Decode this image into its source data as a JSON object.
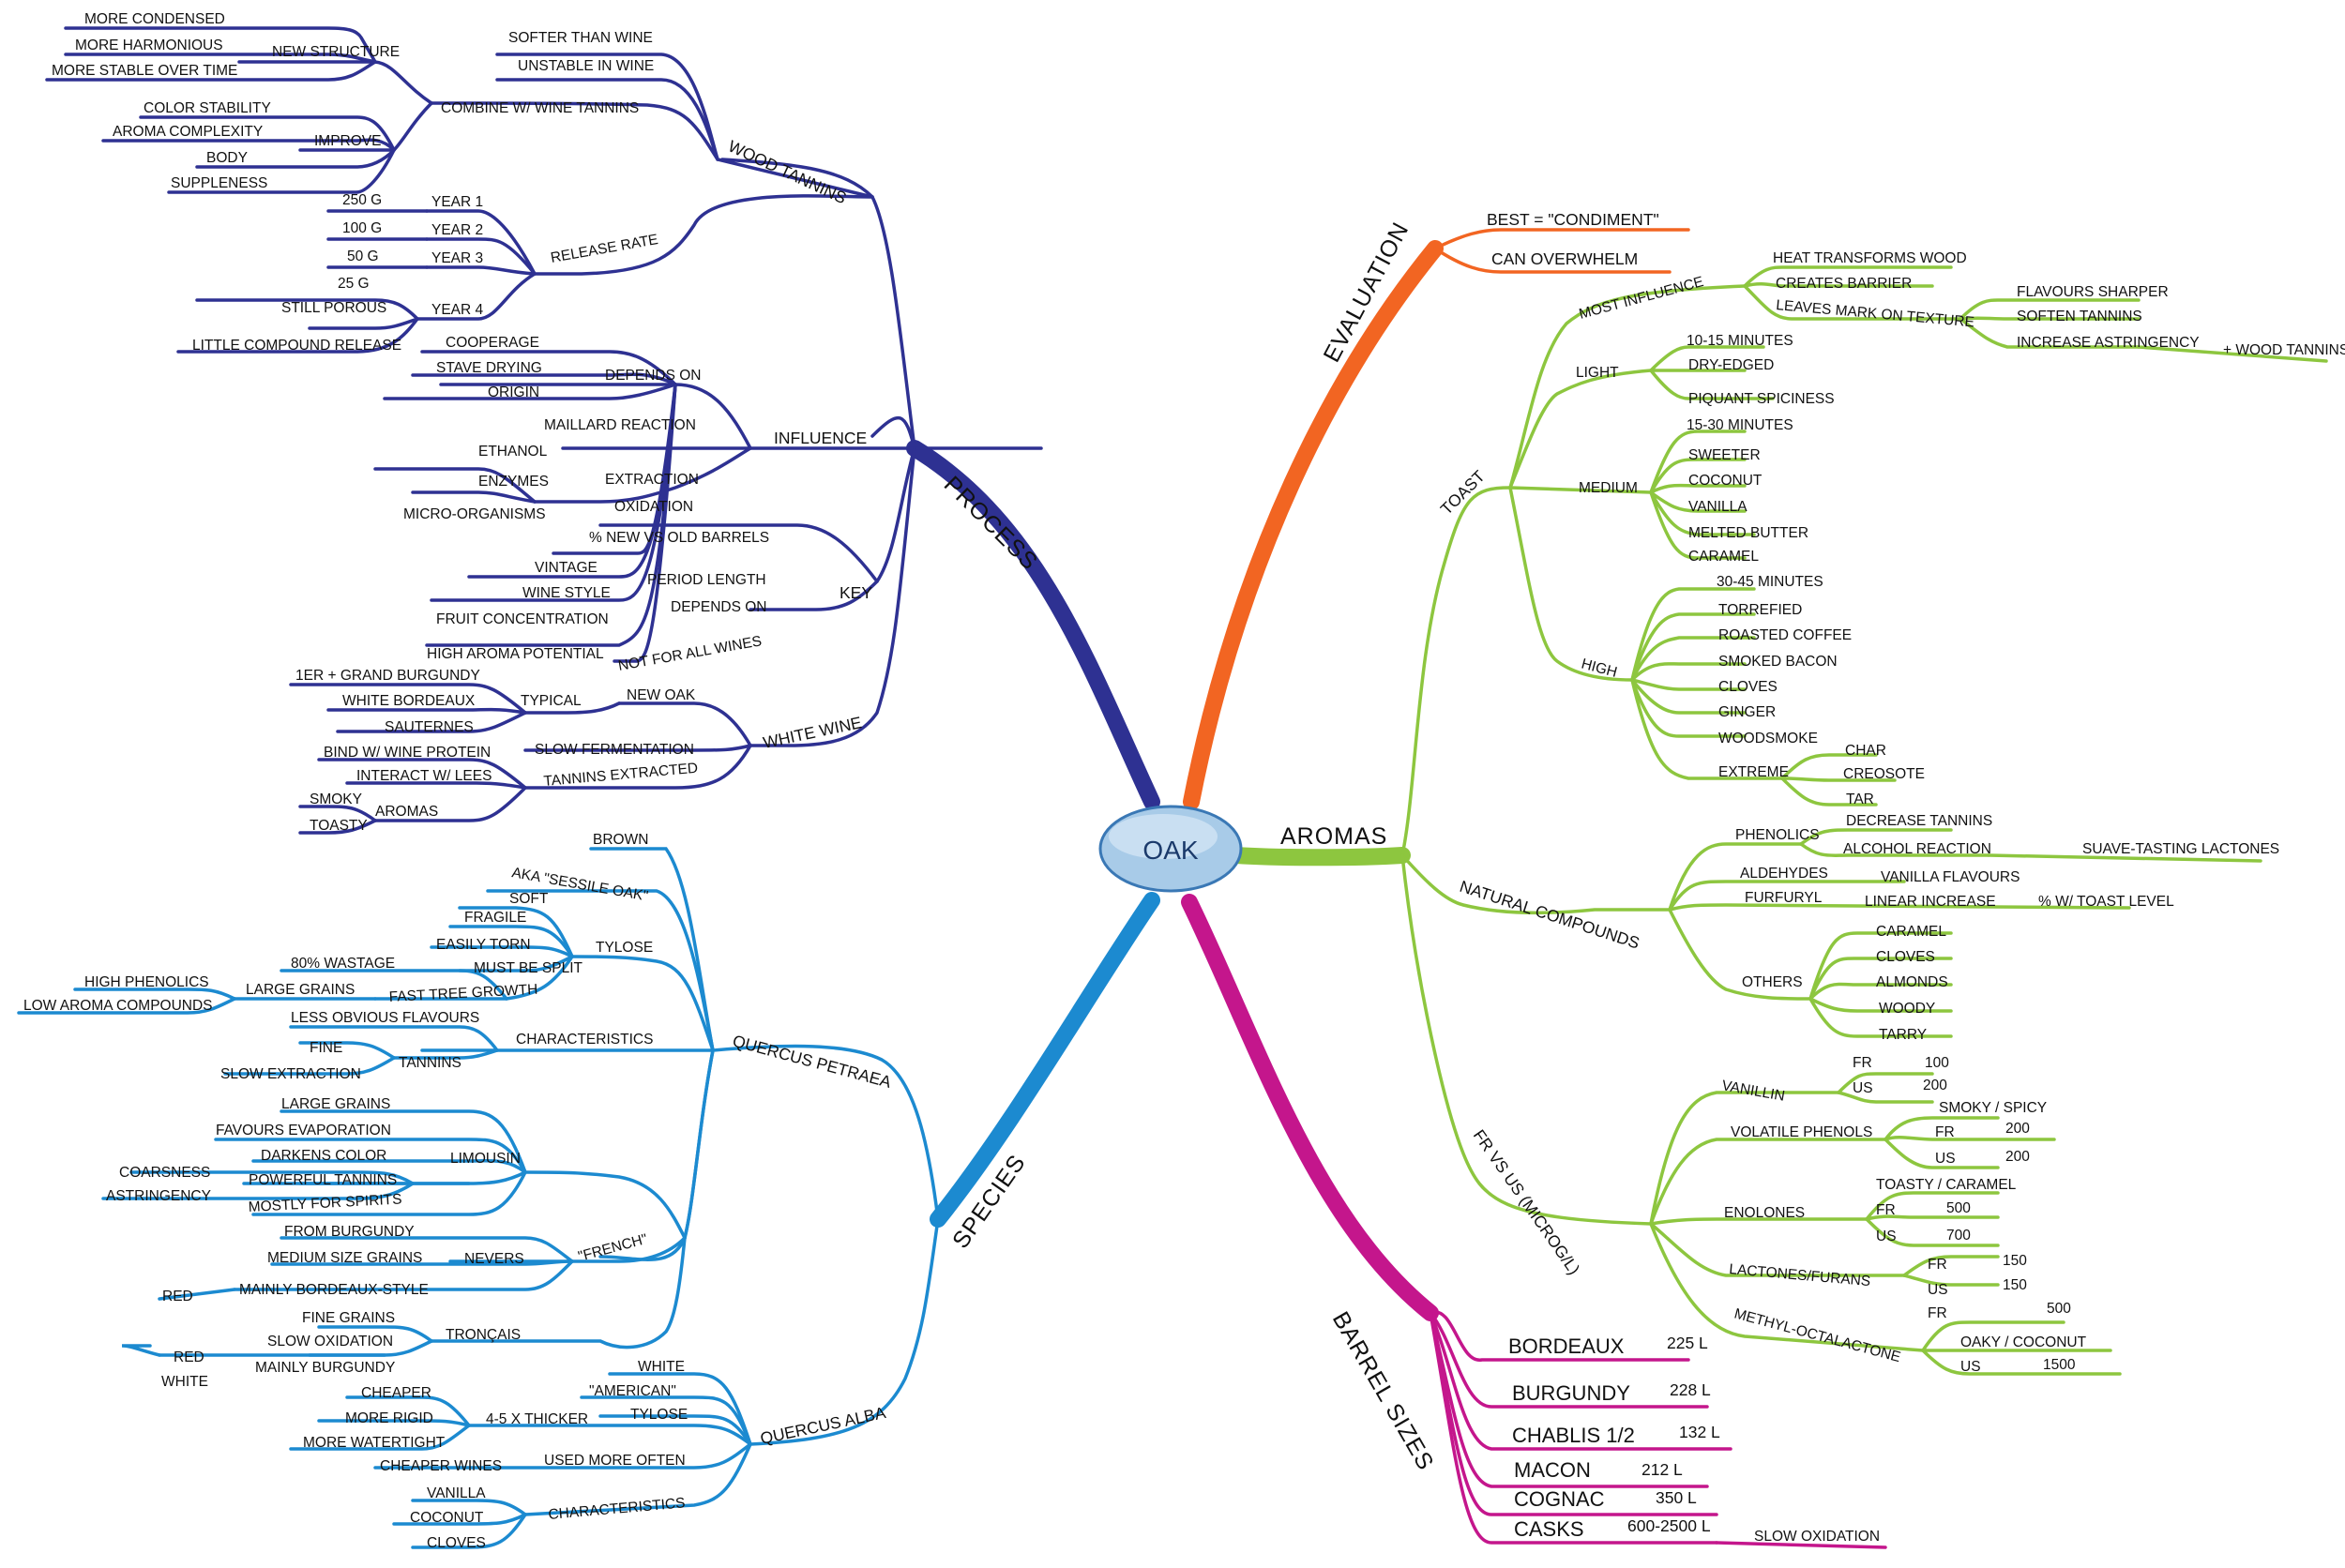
{
  "center": "OAK",
  "colors": {
    "process": "#2e3192",
    "evaluation": "#f26522",
    "aromas": "#8dc63f",
    "species": "#1c8ad0",
    "barrel": "#c4168c",
    "center_fill": "#a8cbe8",
    "center_stroke": "#3a78b5"
  },
  "main": {
    "process": "PROCESS",
    "evaluation": "EVALUATION",
    "aromas": "AROMAS",
    "species": "SPECIES",
    "barrel": "BARREL SIZES"
  },
  "process": {
    "wood_tannins": "WOOD TANNINS",
    "combine": "COMBINE W/ WINE TANNINS",
    "softer": "SOFTER THAN WINE",
    "unstable": "UNSTABLE IN WINE",
    "new_structure": "NEW STRUCTURE",
    "more_condensed": "MORE CONDENSED",
    "more_harmonious": "MORE HARMONIOUS",
    "more_stable": "MORE STABLE OVER TIME",
    "improve": "IMPROVE",
    "color_stability": "COLOR STABILITY",
    "aroma_complexity": "AROMA COMPLEXITY",
    "body": "BODY",
    "suppleness": "SUPPLENESS",
    "release_rate": "RELEASE RATE",
    "year1": "YEAR 1",
    "year2": "YEAR 2",
    "year3": "YEAR 3",
    "year4": "YEAR 4",
    "g250": "250 G",
    "g100": "100 G",
    "g50": "50 G",
    "g25": "25 G",
    "still_porous": "STILL POROUS",
    "little_release": "LITTLE COMPOUND RELEASE",
    "influence": "INFLUENCE",
    "depends_on": "DEPENDS ON",
    "cooperage": "COOPERAGE",
    "stave_drying": "STAVE DRYING",
    "origin": "ORIGIN",
    "maillard": "MAILLARD REACTION",
    "extraction": "EXTRACTION",
    "oxidation": "OXIDATION",
    "ethanol": "ETHANOL",
    "enzymes": "ENZYMES",
    "micro": "MICRO-ORGANISMS",
    "key": "KEY",
    "pct_new": "% NEW VS OLD BARRELS",
    "period": "PERIOD LENGTH",
    "key_depends": "DEPENDS ON",
    "vintage": "VINTAGE",
    "wine_style": "WINE STYLE",
    "fruit_conc": "FRUIT CONCENTRATION",
    "high_aroma": "HIGH AROMA POTENTIAL",
    "not_all": "NOT FOR ALL WINES",
    "white_wine": "WHITE WINE",
    "new_oak": "NEW OAK",
    "typical": "TYPICAL",
    "grand_burgundy": "1ER + GRAND BURGUNDY",
    "white_bordeaux": "WHITE BORDEAUX",
    "sauternes": "SAUTERNES",
    "slow_ferm": "SLOW FERMENTATION",
    "tannins_extracted": "TANNINS EXTRACTED",
    "bind_protein": "BIND W/ WINE PROTEIN",
    "interact_lees": "INTERACT W/ LEES",
    "aromas": "AROMAS",
    "smoky": "SMOKY",
    "toasty": "TOASTY"
  },
  "evaluation": {
    "best": "BEST = \"CONDIMENT\"",
    "overwhelm": "CAN OVERWHELM"
  },
  "aromas": {
    "toast": "TOAST",
    "most_influence": "MOST INFLUENCE",
    "heat": "HEAT TRANSFORMS WOOD",
    "barrier": "CREATES BARRIER",
    "leaves_mark": "LEAVES MARK ON TEXTURE",
    "flav_sharper": "FLAVOURS SHARPER",
    "soften_tannins": "SOFTEN TANNINS",
    "inc_astr": "INCREASE ASTRINGENCY",
    "plus_wood": "+ WOOD TANNINS",
    "light": "LIGHT",
    "m1015": "10-15 MINUTES",
    "dry_edged": "DRY-EDGED",
    "piquant": "PIQUANT SPICINESS",
    "medium": "MEDIUM",
    "m1530": "15-30 MINUTES",
    "sweeter": "SWEETER",
    "coconut": "COCONUT",
    "vanilla": "VANILLA",
    "melted": "MELTED BUTTER",
    "caramel": "CARAMEL",
    "high": "HIGH",
    "m3045": "30-45 MINUTES",
    "torrefied": "TORREFIED",
    "roasted": "ROASTED COFFEE",
    "bacon": "SMOKED BACON",
    "cloves": "CLOVES",
    "ginger": "GINGER",
    "woodsmoke": "WOODSMOKE",
    "extreme": "EXTREME",
    "char": "CHAR",
    "creosote": "CREOSOTE",
    "tar": "TAR",
    "natural": "NATURAL COMPOUNDS",
    "phenolics": "PHENOLICS",
    "dec_tannins": "DECREASE TANNINS",
    "alcohol_react": "ALCOHOL REACTION",
    "suave": "SUAVE-TASTING LACTONES",
    "aldehydes": "ALDEHYDES",
    "vanilla_flav": "VANILLA FLAVOURS",
    "furfuryl": "FURFURYL",
    "linear": "LINEAR INCREASE",
    "pct_toast": "% W/ TOAST LEVEL",
    "others": "OTHERS",
    "o_caramel": "CARAMEL",
    "o_cloves": "CLOVES",
    "o_almonds": "ALMONDS",
    "o_woody": "WOODY",
    "o_tarry": "TARRY",
    "frvsus": "FR VS US (MICROG/L)",
    "vanillin": "VANILLIN",
    "fr": "FR",
    "us": "US",
    "v100": "100",
    "v200": "200",
    "volatile": "VOLATILE PHENOLS",
    "smoky_spicy": "SMOKY / SPICY",
    "vp200a": "200",
    "vp200b": "200",
    "enolones": "ENOLONES",
    "toasty_caramel": "TOASTY / CARAMEL",
    "e500": "500",
    "e700": "700",
    "lactones": "LACTONES/FURANS",
    "l150a": "150",
    "l150b": "150",
    "methyl": "METHYL-OCTALACTONE",
    "m500": "500",
    "oaky_coconut": "OAKY / COCONUT",
    "m1500": "1500"
  },
  "species": {
    "petraea": "QUERCUS PETRAEA",
    "brown": "BROWN",
    "aka": "AKA \"SESSILE OAK\"",
    "tylose": "TYLOSE",
    "soft": "SOFT",
    "fragile": "FRAGILE",
    "easily_torn": "EASILY TORN",
    "must_split": "MUST BE SPLIT",
    "fast_growth": "FAST TREE GROWTH",
    "wastage": "80% WASTAGE",
    "large_grains": "LARGE GRAINS",
    "high_phen": "HIGH PHENOLICS",
    "low_aroma": "LOW AROMA COMPOUNDS",
    "characteristics": "CHARACTERISTICS",
    "less_obvious": "LESS OBVIOUS FLAVOURS",
    "tannins": "TANNINS",
    "fine": "FINE",
    "slow_extraction": "SLOW EXTRACTION",
    "french": "\"FRENCH\"",
    "limousin": "LIMOUSIN",
    "l_large": "LARGE GRAINS",
    "favours_evap": "FAVOURS EVAPORATION",
    "darkens": "DARKENS COLOR",
    "powerful": "POWERFUL TANNINS",
    "coarseness": "COARSNESS",
    "astringency": "ASTRINGENCY",
    "spirits": "MOSTLY FOR SPIRITS",
    "nevers": "NEVERS",
    "from_burgundy": "FROM BURGUNDY",
    "medium_grains": "MEDIUM SIZE GRAINS",
    "bordeaux_style": "MAINLY BORDEAUX-STYLE",
    "red1": "RED",
    "troncais": "TRONÇAIS",
    "fine_grains": "FINE GRAINS",
    "slow_ox": "SLOW OXIDATION",
    "mainly_burg": "MAINLY BURGUNDY",
    "red2": "RED",
    "white1": "WHITE",
    "alba": "QUERCUS ALBA",
    "white2": "WHITE",
    "american": "\"AMERICAN\"",
    "a_tylose": "TYLOSE",
    "thicker": "4-5 X THICKER",
    "cheaper": "CHEAPER",
    "rigid": "MORE RIGID",
    "watertight": "MORE WATERTIGHT",
    "used_more": "USED MORE OFTEN",
    "cheaper_wines": "CHEAPER WINES",
    "a_char": "CHARACTERISTICS",
    "a_vanilla": "VANILLA",
    "a_coconut": "COCONUT",
    "a_cloves": "CLOVES"
  },
  "barrel": {
    "bordeaux": "BORDEAUX",
    "bordeaux_v": "225 L",
    "burgundy": "BURGUNDY",
    "burgundy_v": "228 L",
    "chablis": "CHABLIS 1/2",
    "chablis_v": "132 L",
    "macon": "MACON",
    "macon_v": "212 L",
    "cognac": "COGNAC",
    "cognac_v": "350 L",
    "casks": "CASKS",
    "casks_v": "600-2500 L",
    "slow_ox": "SLOW OXIDATION"
  }
}
